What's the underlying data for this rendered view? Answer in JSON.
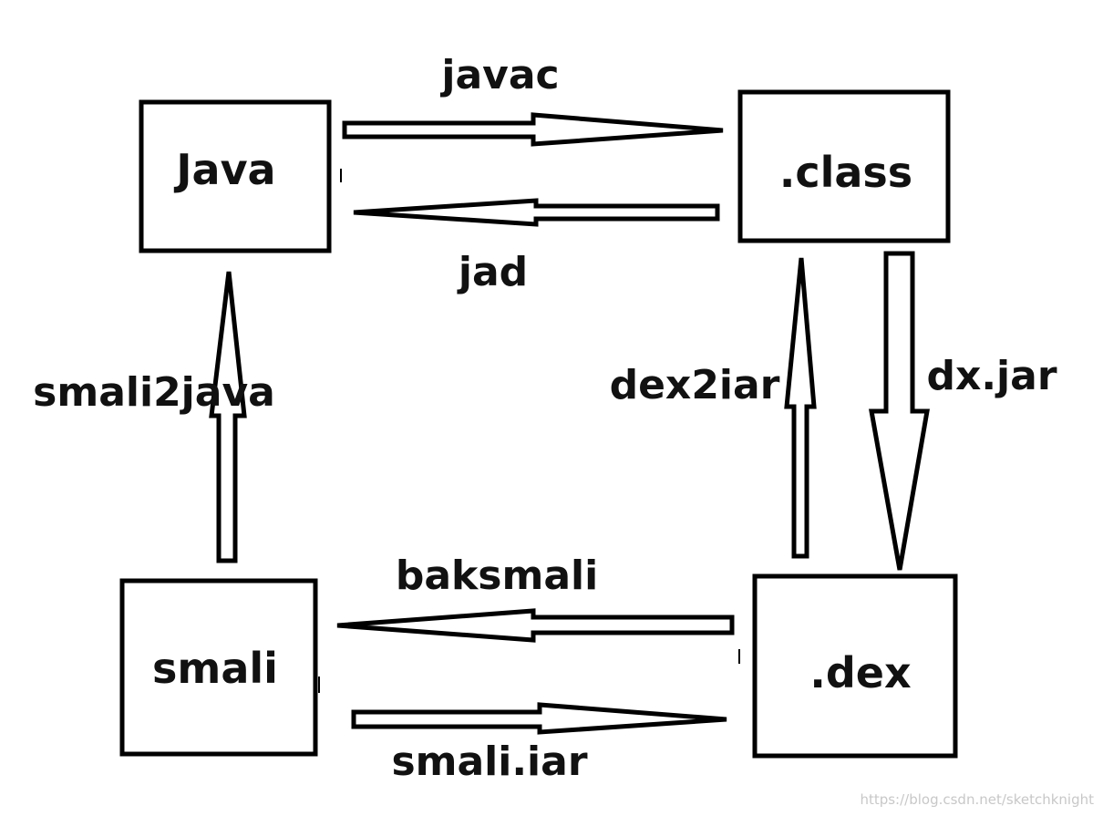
{
  "nodes": {
    "java": "Java",
    "class": ".class",
    "smali": "smali",
    "dex": ".dex"
  },
  "edges": {
    "javac": "javac",
    "jad": "jad",
    "dx_jar": "dx.jar",
    "dex2jar": "dex2iar",
    "baksmali": "baksmali",
    "smali_jar": "smali.iar",
    "smali2java": "smali2java"
  },
  "watermark": "https://blog.csdn.net/sketchknight"
}
